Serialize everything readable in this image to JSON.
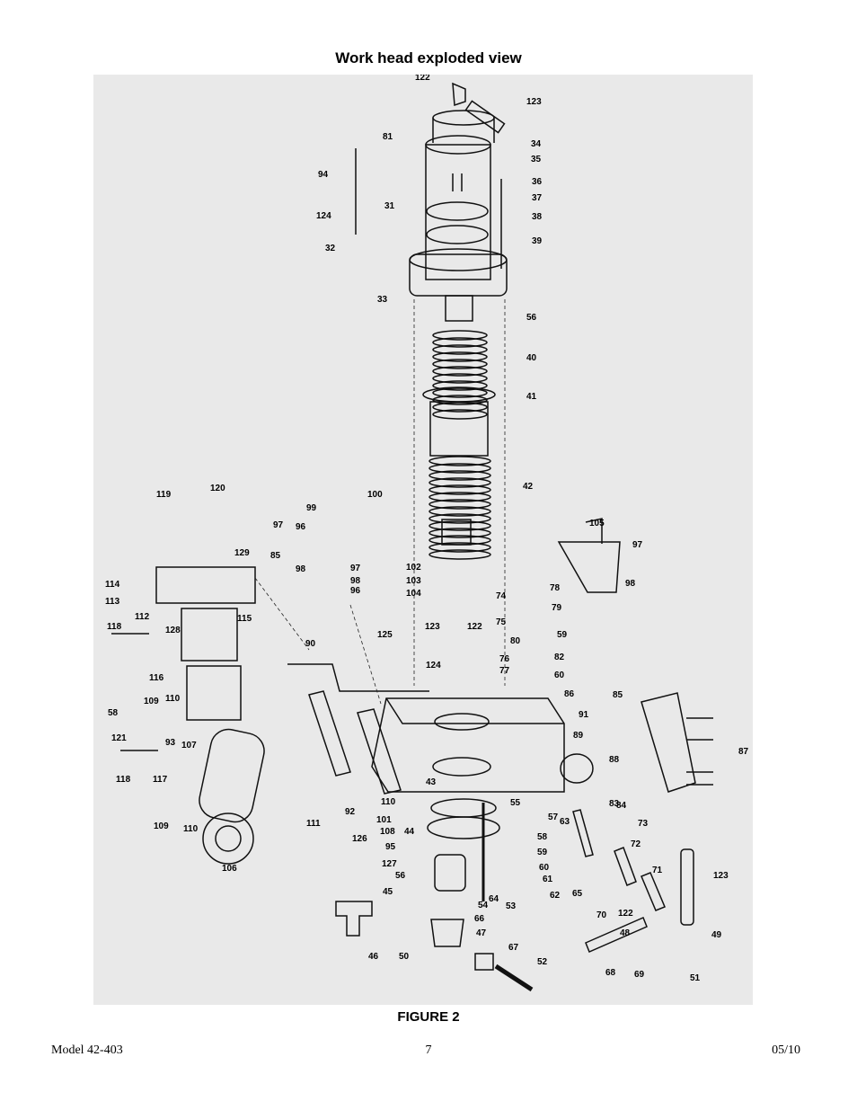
{
  "title": "Work head exploded view",
  "figure_caption": "FIGURE 2",
  "footer": {
    "model": "Model 42-403",
    "page": "7",
    "date": "05/10"
  },
  "callouts": [
    "122",
    "123",
    "81",
    "34",
    "35",
    "94",
    "36",
    "37",
    "31",
    "124",
    "38",
    "39",
    "32",
    "33",
    "56",
    "40",
    "41",
    "42",
    "119",
    "120",
    "100",
    "105",
    "99",
    "97",
    "96",
    "97",
    "98",
    "129",
    "85",
    "102",
    "103",
    "104",
    "98",
    "96",
    "97",
    "98",
    "114",
    "78",
    "113",
    "74",
    "79",
    "115",
    "112",
    "128",
    "118",
    "75",
    "59",
    "125",
    "123",
    "122",
    "80",
    "82",
    "90",
    "76",
    "124",
    "77",
    "60",
    "116",
    "86",
    "85",
    "109",
    "110",
    "58",
    "91",
    "87",
    "121",
    "89",
    "93",
    "107",
    "88",
    "43",
    "118",
    "117",
    "55",
    "83",
    "84",
    "110",
    "101",
    "57",
    "73",
    "92",
    "108",
    "58",
    "63",
    "72",
    "111",
    "44",
    "126",
    "109",
    "110",
    "95",
    "60",
    "59",
    "123",
    "71",
    "106",
    "127",
    "61",
    "62",
    "56",
    "64",
    "45",
    "53",
    "54",
    "65",
    "70",
    "48",
    "66",
    "122",
    "49",
    "47",
    "46",
    "50",
    "67",
    "68",
    "52",
    "69",
    "51"
  ]
}
